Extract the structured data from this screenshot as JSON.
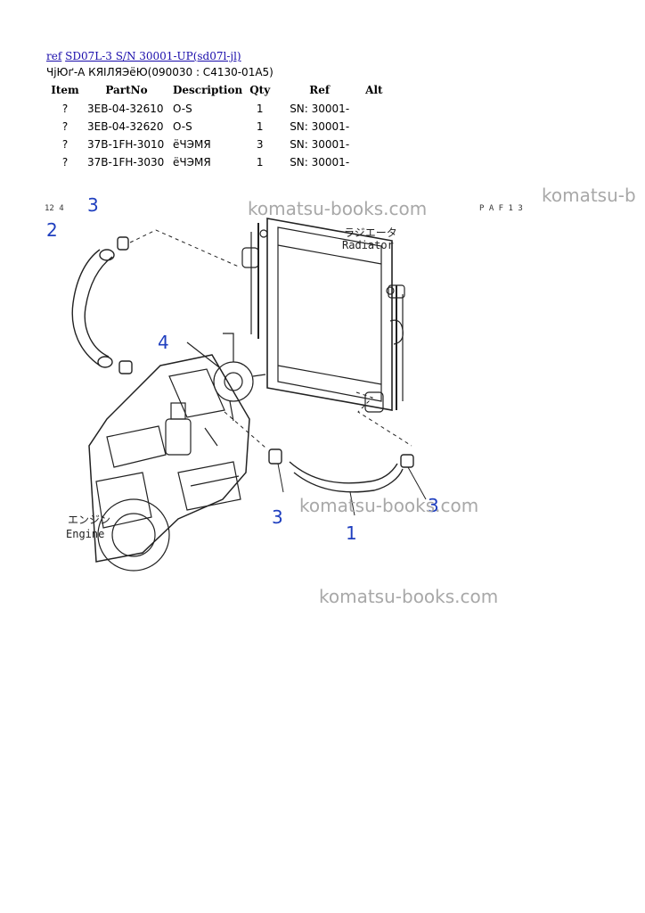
{
  "nav": {
    "ref_link": "ref",
    "model_link": "SD07L-3 S/N 30001-UP(sd07l-jl)"
  },
  "subtitle": "ЧјЮґ-А КЯІЛЯЭёЮ(090030 : С4130-01А5)",
  "table": {
    "headers": [
      "Item",
      "PartNo",
      "Description",
      "Qty",
      "Ref",
      "Alt"
    ],
    "rows": [
      {
        "item": "?",
        "part_no": "3EB-04-32610",
        "description": "O-S",
        "qty": "1",
        "ref": "SN: 30001-",
        "alt": ""
      },
      {
        "item": "?",
        "part_no": "3EB-04-32620",
        "description": "O-S",
        "qty": "1",
        "ref": "SN: 30001-",
        "alt": ""
      },
      {
        "item": "?",
        "part_no": "37B-1FH-3010",
        "description": "ёЧЭМЯ",
        "qty": "3",
        "ref": "SN: 30001-",
        "alt": ""
      },
      {
        "item": "?",
        "part_no": "37B-1FH-3030",
        "description": "ёЧЭМЯ",
        "qty": "1",
        "ref": "SN: 30001-",
        "alt": ""
      }
    ]
  },
  "diagram": {
    "watermark": "komatsu-books.com",
    "watermark_cut": "komatsu-b",
    "corner_left": "12 4",
    "corner_right": "P A F 1 3",
    "radiator_jp": "ラジエータ",
    "radiator_en": "Radiator",
    "engine_jp": "エンジン",
    "engine_en": "Engine",
    "callouts": [
      "3",
      "2",
      "4",
      "3",
      "3",
      "1"
    ]
  },
  "colors": {
    "link": "#1a0dab",
    "callout": "#1f3fbf",
    "watermark": "#a8a8a8"
  }
}
